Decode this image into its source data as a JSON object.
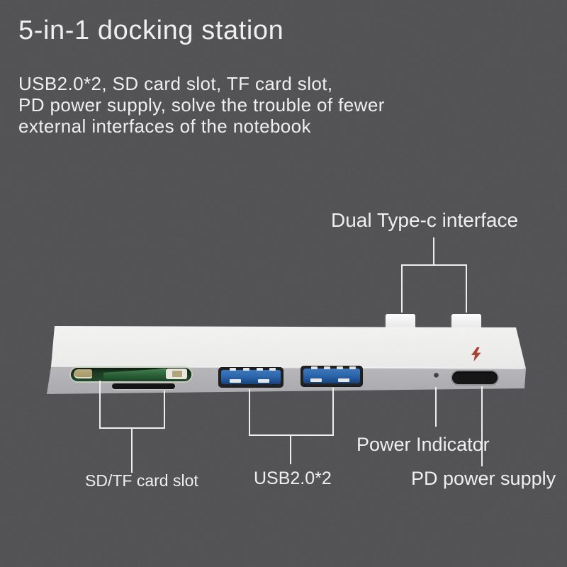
{
  "title": "5-in-1 docking station",
  "description": {
    "line1": "USB2.0*2, SD card slot, TF card slot,",
    "line2": "PD power supply, solve the trouble of fewer",
    "line3": "external interfaces of the notebook"
  },
  "callouts": {
    "dual_type_c": {
      "label": "Dual Type-c interface"
    },
    "sd_tf": {
      "label": "SD/TF card slot"
    },
    "usb": {
      "label": "USB2.0*2"
    },
    "power_indicator": {
      "label": "Power Indicator"
    },
    "pd_power": {
      "label": "PD power supply"
    }
  },
  "device": {
    "kind": "usb-c hub docking station",
    "icons": [
      "type-c-plug-icon",
      "sd-card-slot-icon",
      "tf-card-slot-icon",
      "usb-a-port-icon",
      "usb-a-port-icon",
      "power-led-icon",
      "pd-type-c-port-icon",
      "lightning-bolt-icon"
    ]
  },
  "colors": {
    "background": "#4e4e50",
    "text": "#f2f2f2",
    "callout_line": "#f1f1f1",
    "device_silver": "#ededec",
    "usb_blue": "#2563ab",
    "sd_card_green": "#2d7040",
    "bolt_red": "#a83a2c"
  }
}
